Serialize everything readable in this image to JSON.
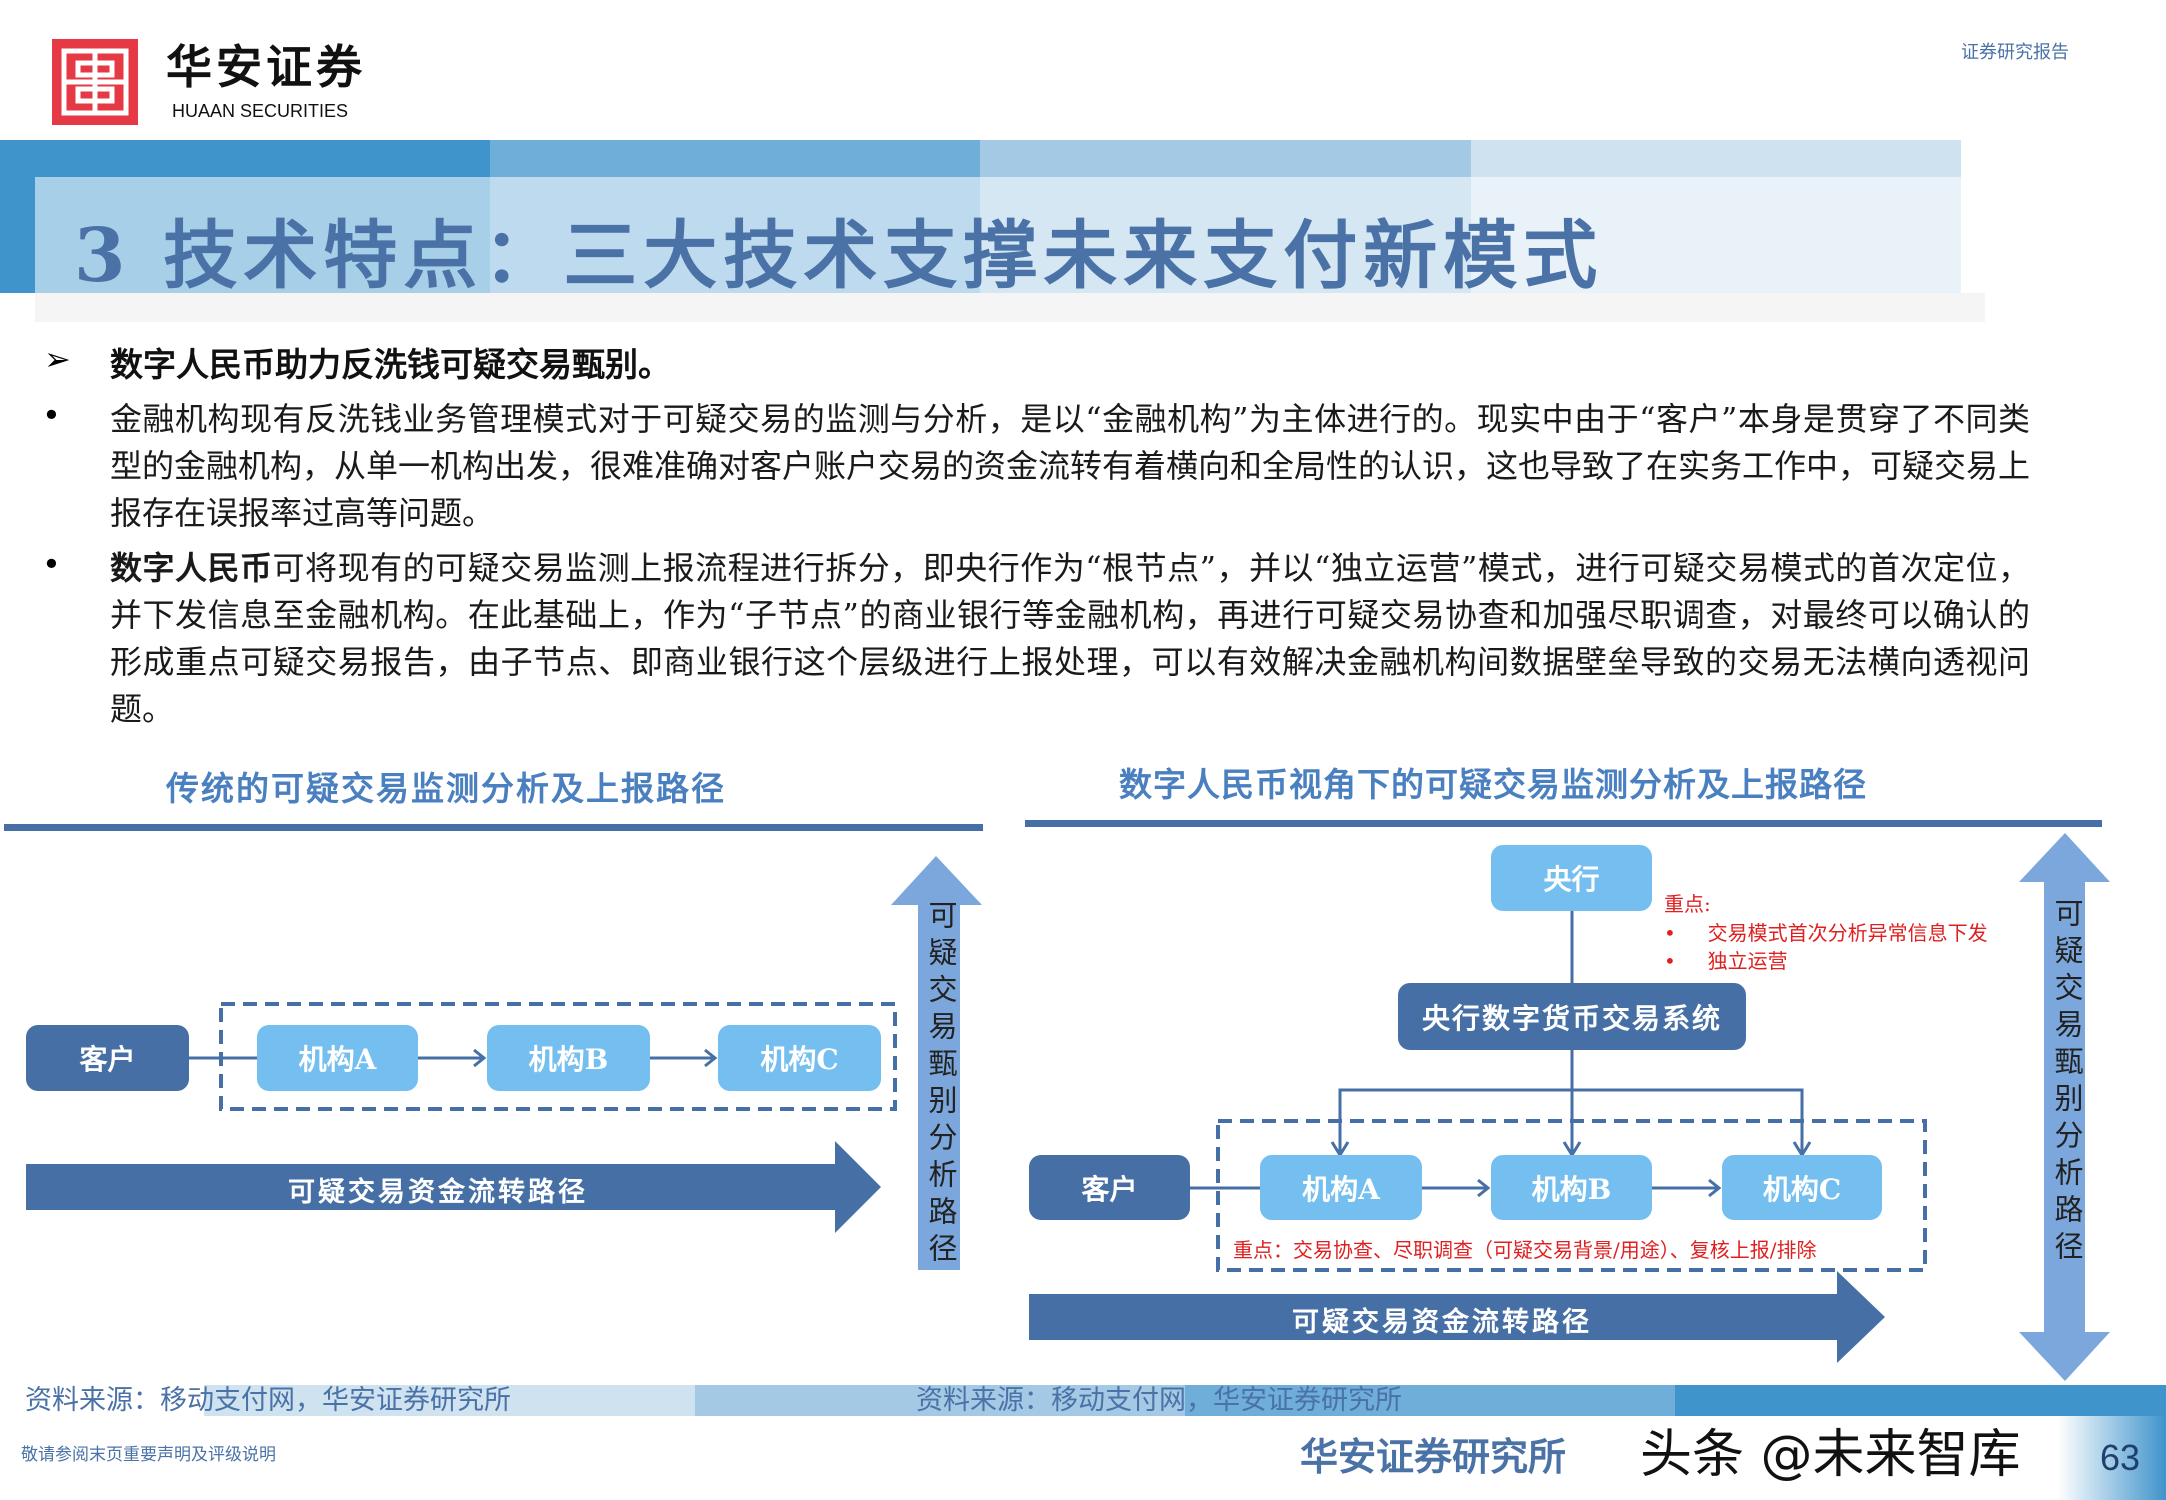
{
  "header": {
    "logo_cn": "华安证券",
    "logo_en": "HUAAN SECURITIES",
    "report_type": "证券研究报告"
  },
  "title": "3 技术特点：三大技术支撑未来支付新模式",
  "heading": {
    "marker": "➢",
    "text": "数字人民币助力反洗钱可疑交易甄别。"
  },
  "bullets": [
    {
      "marker": "•",
      "bold": "",
      "text": "金融机构现有反洗钱业务管理模式对于可疑交易的监测与分析，是以“金融机构”为主体进行的。现实中由于“客户”本身是贯穿了不同类型的金融机构，从单一机构出发，很难准确对客户账户交易的资金流转有着横向和全局性的认识，这也导致了在实务工作中，可疑交易上报存在误报率过高等问题。"
    },
    {
      "marker": "•",
      "bold": "数字人民币",
      "text": "可将现有的可疑交易监测上报流程进行拆分，即央行作为“根节点”，并以“独立运营”模式，进行可疑交易模式的首次定位，并下发信息至金融机构。在此基础上，作为“子节点”的商业银行等金融机构，再进行可疑交易协查和加强尽职调查，对最终可以确认的形成重点可疑交易报告，由子节点、即商业银行这个层级进行上报处理，可以有效解决金融机构间数据壁垒导致的交易无法横向透视问题。"
    }
  ],
  "left_diagram": {
    "title": "传统的可疑交易监测分析及上报路径",
    "customer": "客户",
    "institutions": [
      "机构A",
      "机构B",
      "机构C"
    ],
    "flow_arrow": "可疑交易资金流转路径",
    "vertical_arrow": "可疑交易甄别分析路径"
  },
  "right_diagram": {
    "title": "数字人民币视角下的可疑交易监测分析及上报路径",
    "central_bank": "央行",
    "system": "央行数字货币交易系统",
    "central_note": {
      "label": "重点:",
      "items": [
        "交易模式首次分析异常信息下发",
        "独立运营"
      ]
    },
    "customer": "客户",
    "institutions": [
      "机构A",
      "机构B",
      "机构C"
    ],
    "institution_note": "重点：交易协查、尽职调查（可疑交易背景/用途）、复核上报/排除",
    "flow_arrow": "可疑交易资金流转路径",
    "vertical_arrow": "可疑交易甄别分析路径"
  },
  "footer": {
    "source_left": "资料来源：移动支付网，华安证券研究所",
    "source_right": "资料来源：移动支付网，华安证券研究所",
    "disclaimer": "敬请参阅末页重要声明及评级说明",
    "institute": "华安证券研究所",
    "watermark": "头条 @未来智库",
    "page": "63"
  },
  "colors": {
    "band1": "#3f94cc",
    "band2": "#6eaed9",
    "band3": "#a3c9e4",
    "band4": "#cfe2f0",
    "dark_box": "#4670a5",
    "light_box": "#74bff0",
    "title_text": "#4a72a6",
    "note_red": "#e02020",
    "vertical_arrow": "#7ba7dc"
  }
}
